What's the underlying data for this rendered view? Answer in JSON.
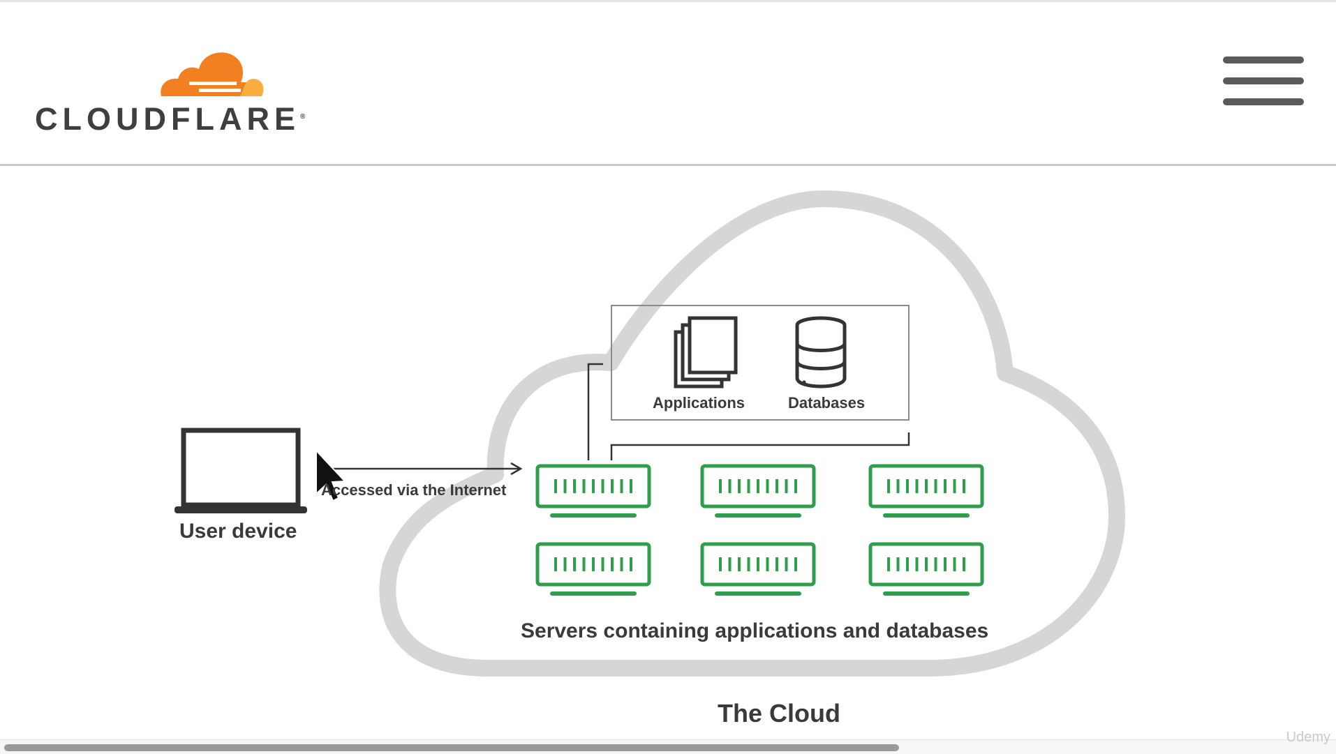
{
  "header": {
    "brand": "CLOUDFLARE",
    "brand_mark": "®",
    "menu_icon": "hamburger-menu-icon"
  },
  "diagram": {
    "user_device_label": "User device",
    "arrow_label": "Accessed via the Internet",
    "applications_label": "Applications",
    "databases_label": "Databases",
    "servers_label": "Servers containing applications and databases",
    "cloud_label": "The Cloud"
  },
  "colors": {
    "cloud_orange": "#f38020",
    "cloud_light_orange": "#faae40",
    "server_green": "#2e9d4c",
    "cloud_outline": "#d6d6d6",
    "icon_dark": "#333333"
  },
  "watermark": "Udemy"
}
